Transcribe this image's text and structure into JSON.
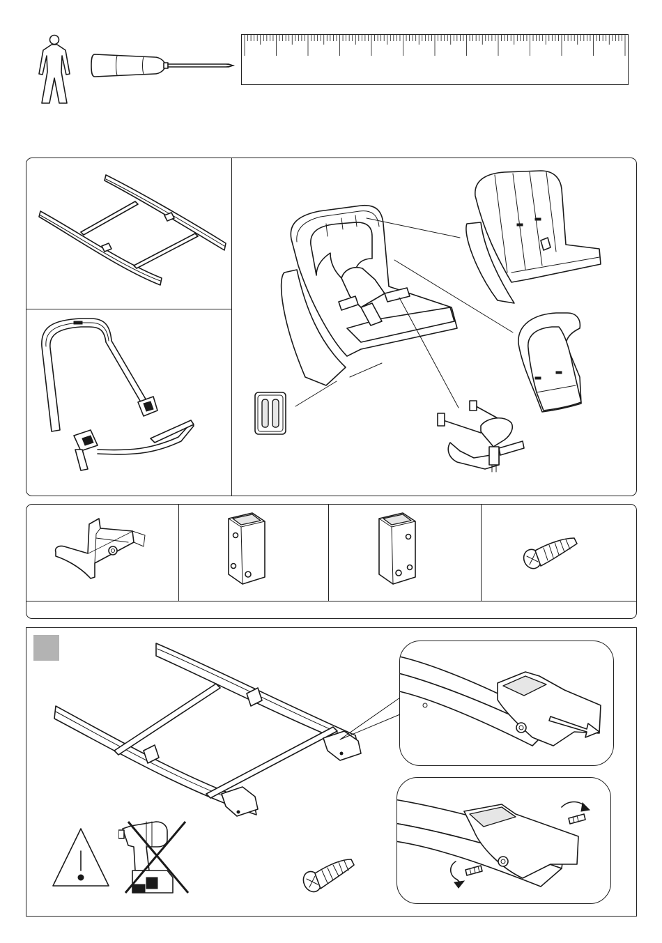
{
  "header": {
    "person_icon": "person-icon",
    "tool_icon": "screwdriver-icon",
    "ruler_icon": "ruler-icon",
    "ruler_ticks": 120
  },
  "parts_overview": {
    "items": [
      {
        "name": "rocker-base",
        "icon": "rocker-base-icon"
      },
      {
        "name": "seat-frame",
        "icon": "seat-frame-icon"
      },
      {
        "name": "seat-assembly",
        "icon": "seat-assembly-icon"
      },
      {
        "name": "seat-pad",
        "icon": "seat-pad-icon"
      },
      {
        "name": "head-insert",
        "icon": "head-insert-icon"
      },
      {
        "name": "harness",
        "icon": "harness-icon"
      },
      {
        "name": "buckle-clip",
        "icon": "buckle-clip-icon"
      }
    ]
  },
  "hardware": {
    "items": [
      {
        "name": "end-cap",
        "icon": "end-cap-icon"
      },
      {
        "name": "connector-block-a",
        "icon": "connector-block-icon"
      },
      {
        "name": "connector-block-b",
        "icon": "connector-block-icon"
      },
      {
        "name": "screw",
        "icon": "screw-icon"
      }
    ],
    "footer_text": ""
  },
  "step": {
    "number_box_color": "#b3b3b3",
    "warning_icon": "warning-triangle-icon",
    "no_drill_icon": "no-power-drill-icon",
    "detail_icons": [
      "insert-arrow-icon",
      "rotate-arrow-icon"
    ]
  }
}
